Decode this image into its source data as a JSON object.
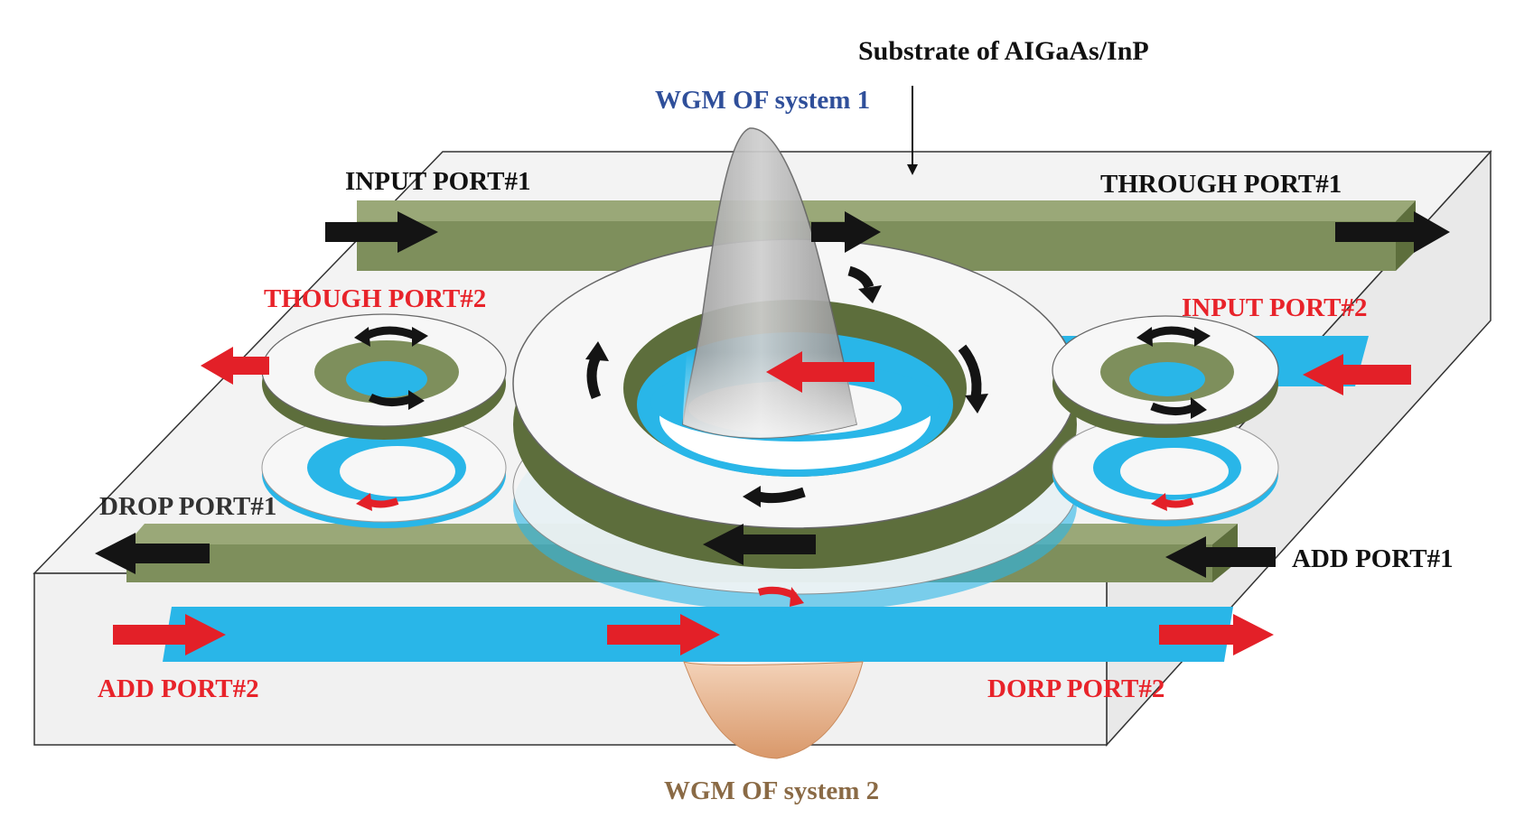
{
  "labels": {
    "substrate": "Substrate of AIGaAs/InP",
    "wgm1": "WGM OF system 1",
    "input1": "INPUT PORT#1",
    "through1": "THROUGH PORT#1",
    "through2": "THOUGH PORT#2",
    "input2": "INPUT PORT#2",
    "drop1": "DROP PORT#1",
    "add1": "ADD PORT#1",
    "add2": "ADD PORT#2",
    "drop2": "DORP PORT#2",
    "wgm2": "WGM OF system 2"
  },
  "colors": {
    "black_label": "#111111",
    "red_label": "#e8232a",
    "blue_label": "#2f4f9a",
    "brown_label": "#8a6a45",
    "olive": "#7e8f5c",
    "olive_dark": "#5d6e3c",
    "cyan": "#29b6e8",
    "arrow_black": "#141414",
    "arrow_red": "#e32028",
    "wgm_bottom": "#e6b08a"
  }
}
